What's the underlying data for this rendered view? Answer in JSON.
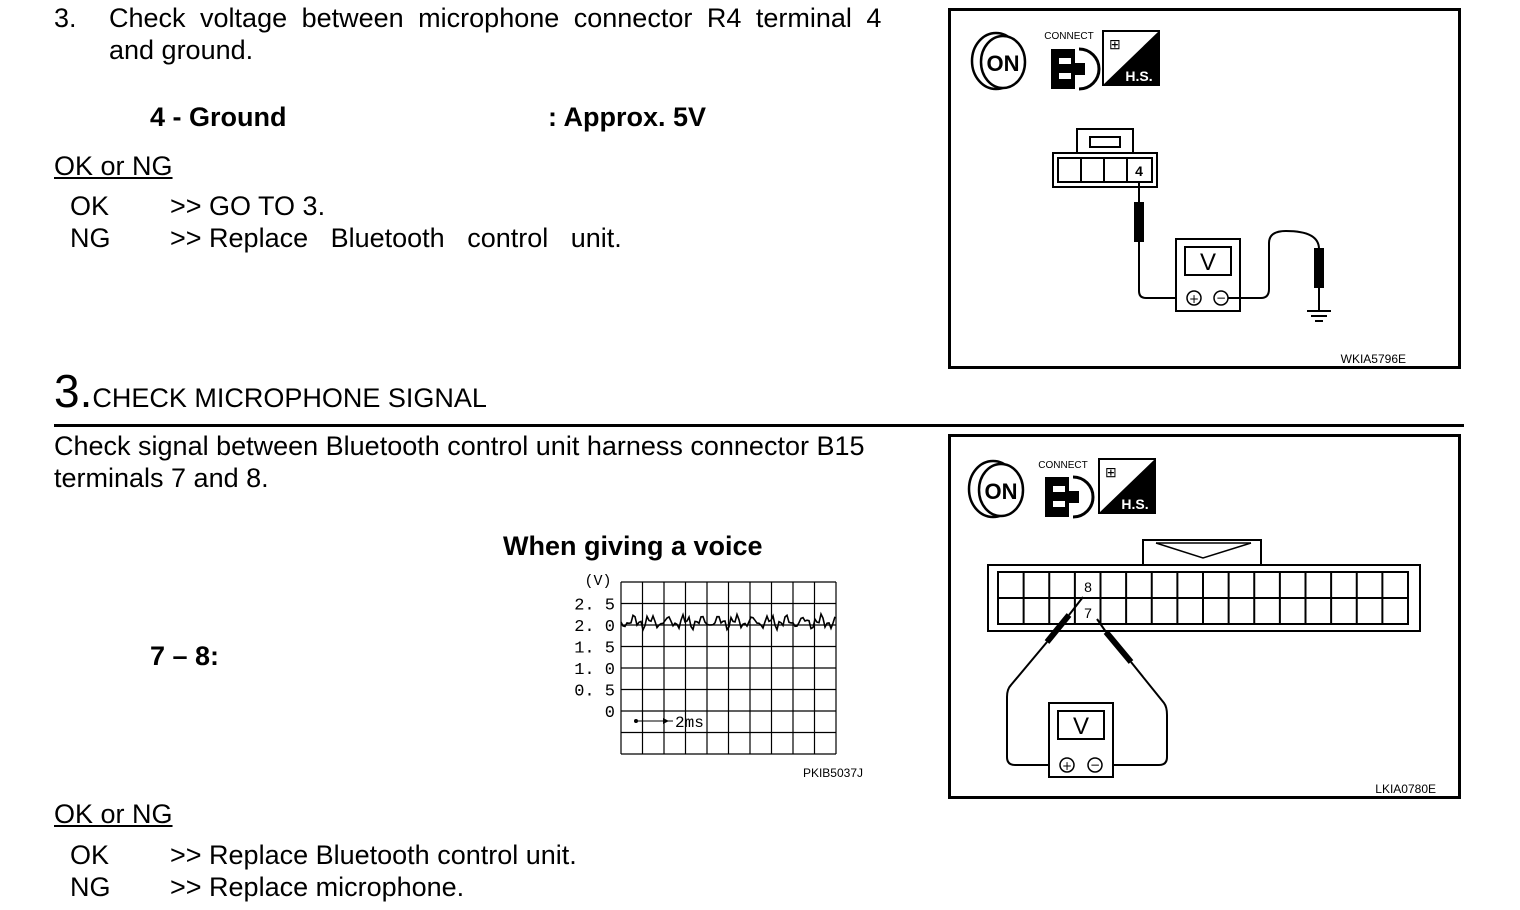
{
  "step3": {
    "num": "3.",
    "line1": "Check voltage between microphone connector R4 terminal 4",
    "line2": "and ground.",
    "spec_label": "4 - Ground",
    "spec_value": ": Approx. 5V",
    "oknG": "OK or NG",
    "ok_label": "OK",
    "ok_text": ">> GO TO 3.",
    "ng_label": "NG",
    "ng_text": ">> Replace   Bluetooth   control   unit."
  },
  "fig1": {
    "connect_label": "CONNECT",
    "hs_label": "H.S.",
    "terminal": "4",
    "meter": "V",
    "code": "WKIA5796E"
  },
  "section3": {
    "number": "3.",
    "title": "CHECK MICROPHONE SIGNAL",
    "line1": "Check signal between Bluetooth control unit harness connector B15",
    "line2": "terminals 7 and 8.",
    "scope_title": "When giving a voice",
    "terminals_label": "7 – 8:",
    "oknG": "OK or NG",
    "ok_label": "OK",
    "ok_text": ">> Replace Bluetooth control unit.",
    "ng_label": "NG",
    "ng_text": ">> Replace microphone."
  },
  "scope": {
    "unit": "(V)",
    "ticks": [
      "2. 5",
      "2. 0",
      "1. 5",
      "1. 0",
      "0. 5",
      "0"
    ],
    "timebase": "2ms",
    "code": "PKIB5037J"
  },
  "fig2": {
    "connect_label": "CONNECT",
    "hs_label": "H.S.",
    "terminal_top": "8",
    "terminal_bottom": "7",
    "meter": "V",
    "code": "LKIA0780E"
  }
}
